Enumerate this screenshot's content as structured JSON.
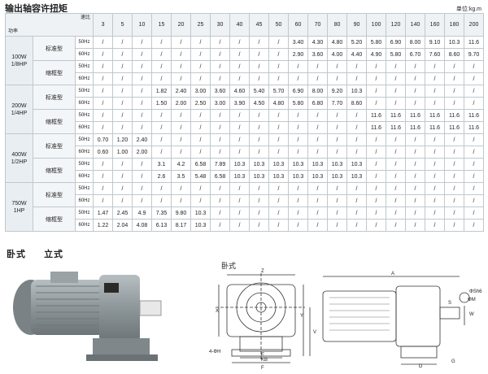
{
  "title": "输出轴容许扭矩",
  "unit": "单位:kg.m",
  "corner": {
    "top": "速比",
    "bottom": "功率"
  },
  "ratios": [
    "3",
    "5",
    "10",
    "15",
    "20",
    "25",
    "30",
    "40",
    "45",
    "50",
    "60",
    "70",
    "80",
    "90",
    "100",
    "120",
    "140",
    "160",
    "180",
    "200"
  ],
  "groups": [
    {
      "motor": [
        "100W",
        "1/8HP"
      ],
      "types": [
        {
          "name": "标准型",
          "rows": [
            {
              "freq": "50Hz",
              "v": [
                "/",
                "/",
                "/",
                "/",
                "/",
                "/",
                "/",
                "/",
                "/",
                "/",
                "3.40",
                "4.30",
                "4.80",
                "5.20",
                "5.80",
                "6.90",
                "8.00",
                "9.10",
                "10.3",
                "11.6"
              ]
            },
            {
              "freq": "60Hz",
              "v": [
                "/",
                "/",
                "/",
                "/",
                "/",
                "/",
                "/",
                "/",
                "/",
                "/",
                "2.90",
                "3.60",
                "4.00",
                "4.40",
                "4.90",
                "5.80",
                "6.70",
                "7.60",
                "8.60",
                "9.70"
              ]
            }
          ]
        },
        {
          "name": "缩框型",
          "rows": [
            {
              "freq": "50Hz",
              "v": [
                "/",
                "/",
                "/",
                "/",
                "/",
                "/",
                "/",
                "/",
                "/",
                "/",
                "/",
                "/",
                "/",
                "/",
                "/",
                "/",
                "/",
                "/",
                "/",
                "/"
              ]
            },
            {
              "freq": "60Hz",
              "v": [
                "/",
                "/",
                "/",
                "/",
                "/",
                "/",
                "/",
                "/",
                "/",
                "/",
                "/",
                "/",
                "/",
                "/",
                "/",
                "/",
                "/",
                "/",
                "/",
                "/"
              ]
            }
          ]
        }
      ]
    },
    {
      "motor": [
        "200W",
        "1/4HP"
      ],
      "types": [
        {
          "name": "标准型",
          "rows": [
            {
              "freq": "50Hz",
              "v": [
                "/",
                "/",
                "/",
                "1.82",
                "2.40",
                "3.00",
                "3.60",
                "4.60",
                "5.40",
                "5.70",
                "6.90",
                "8.00",
                "9.20",
                "10.3",
                "/",
                "/",
                "/",
                "/",
                "/",
                "/"
              ]
            },
            {
              "freq": "60Hz",
              "v": [
                "/",
                "/",
                "/",
                "1.50",
                "2.00",
                "2.50",
                "3.00",
                "3.90",
                "4.50",
                "4.80",
                "5.80",
                "6.80",
                "7.70",
                "8.60",
                "/",
                "/",
                "/",
                "/",
                "/",
                "/"
              ]
            }
          ]
        },
        {
          "name": "缩框型",
          "rows": [
            {
              "freq": "50Hz",
              "v": [
                "/",
                "/",
                "/",
                "/",
                "/",
                "/",
                "/",
                "/",
                "/",
                "/",
                "/",
                "/",
                "/",
                "/",
                "11.6",
                "11.6",
                "11.6",
                "11.6",
                "11.6",
                "11.6"
              ]
            },
            {
              "freq": "60Hz",
              "v": [
                "/",
                "/",
                "/",
                "/",
                "/",
                "/",
                "/",
                "/",
                "/",
                "/",
                "/",
                "/",
                "/",
                "/",
                "11.6",
                "11.6",
                "11.6",
                "11.6",
                "11.6",
                "11.6"
              ]
            }
          ]
        }
      ]
    },
    {
      "motor": [
        "400W",
        "1/2HP"
      ],
      "types": [
        {
          "name": "标准型",
          "rows": [
            {
              "freq": "50Hz",
              "v": [
                "0.70",
                "1.20",
                "2.40",
                "/",
                "/",
                "/",
                "/",
                "/",
                "/",
                "/",
                "/",
                "/",
                "/",
                "/",
                "/",
                "/",
                "/",
                "/",
                "/",
                "/"
              ]
            },
            {
              "freq": "60Hz",
              "v": [
                "0.60",
                "1.00",
                "2.00",
                "/",
                "/",
                "/",
                "/",
                "/",
                "/",
                "/",
                "/",
                "/",
                "/",
                "/",
                "/",
                "/",
                "/",
                "/",
                "/",
                "/"
              ]
            }
          ]
        },
        {
          "name": "缩框型",
          "rows": [
            {
              "freq": "50Hz",
              "v": [
                "/",
                "/",
                "/",
                "3.1",
                "4.2",
                "6.58",
                "7.89",
                "10.3",
                "10.3",
                "10.3",
                "10.3",
                "10.3",
                "10.3",
                "10.3",
                "/",
                "/",
                "/",
                "/",
                "/",
                "/"
              ]
            },
            {
              "freq": "60Hz",
              "v": [
                "/",
                "/",
                "/",
                "2.6",
                "3.5",
                "5.48",
                "6.58",
                "10.3",
                "10.3",
                "10.3",
                "10.3",
                "10.3",
                "10.3",
                "10.3",
                "/",
                "/",
                "/",
                "/",
                "/",
                "/"
              ]
            }
          ]
        }
      ]
    },
    {
      "motor": [
        "750W",
        "1HP"
      ],
      "types": [
        {
          "name": "标准型",
          "rows": [
            {
              "freq": "50Hz",
              "v": [
                "/",
                "/",
                "/",
                "/",
                "/",
                "/",
                "/",
                "/",
                "/",
                "/",
                "/",
                "/",
                "/",
                "/",
                "/",
                "/",
                "/",
                "/",
                "/",
                "/"
              ]
            },
            {
              "freq": "60Hz",
              "v": [
                "/",
                "/",
                "/",
                "/",
                "/",
                "/",
                "/",
                "/",
                "/",
                "/",
                "/",
                "/",
                "/",
                "/",
                "/",
                "/",
                "/",
                "/",
                "/",
                "/"
              ]
            }
          ]
        },
        {
          "name": "缩框型",
          "rows": [
            {
              "freq": "50Hz",
              "v": [
                "1.47",
                "2.45",
                "4.9",
                "7.35",
                "9.80",
                "10.3",
                "/",
                "/",
                "/",
                "/",
                "/",
                "/",
                "/",
                "/",
                "/",
                "/",
                "/",
                "/",
                "/",
                "/"
              ]
            },
            {
              "freq": "60Hz",
              "v": [
                "1.22",
                "2.04",
                "4.08",
                "6.13",
                "8.17",
                "10.3",
                "/",
                "/",
                "/",
                "/",
                "/",
                "/",
                "/",
                "/",
                "/",
                "/",
                "/",
                "/",
                "/",
                "/"
              ]
            }
          ]
        }
      ]
    }
  ],
  "section": {
    "horizontal": "卧式",
    "vertical": "立式"
  },
  "drawing": {
    "title": "卧式",
    "dims": {
      "a": "A",
      "z": "Z",
      "g": "G",
      "kb": "KB",
      "e": "E",
      "f": "F",
      "d": "D",
      "y": "Y",
      "v": "V",
      "x": "X",
      "m": "ΦM",
      "shaft": "ΦSh6",
      "w": "W",
      "hole": "4-ΦH",
      "s": "S"
    }
  },
  "colors": {
    "header_bg": "#eef2f5",
    "grid": "#bfc8cf",
    "motor_body": "#8d9699"
  }
}
